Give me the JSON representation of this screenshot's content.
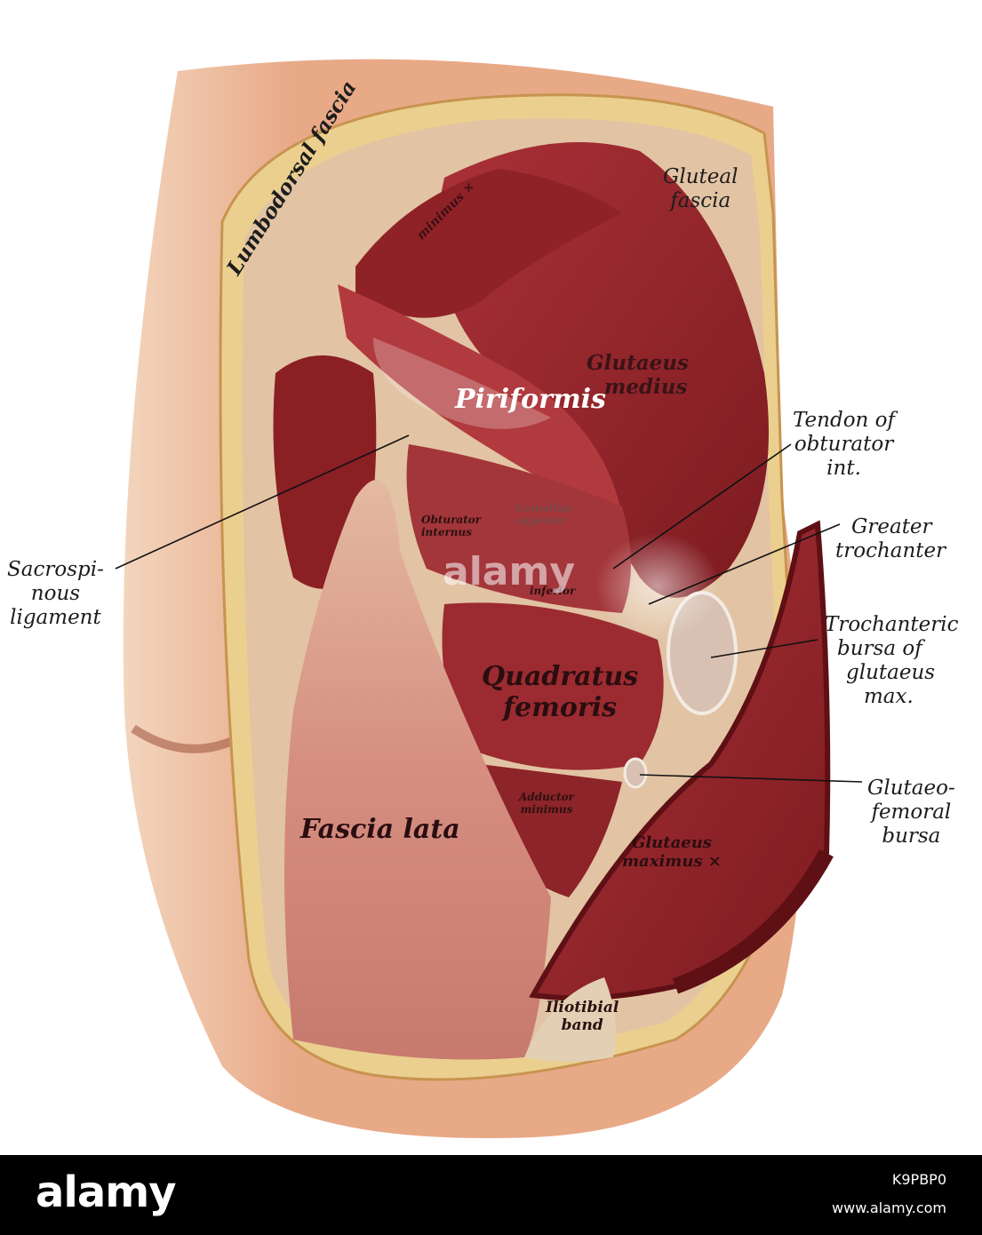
{
  "labels": {
    "gluteal_fascia": [
      "Gluteal",
      "fascia"
    ],
    "lumbodorsal_fascia": "Lumbodorsal fascia",
    "gluteus_minimus": "minimus ×",
    "piriformis": "Piriformis",
    "gluteus_medius": [
      "Glutaeus",
      "medius"
    ],
    "tendon_obturator": [
      "Tendon of",
      "obturator",
      "int."
    ],
    "greater_trochanter": [
      "Greater",
      "trochanter"
    ],
    "sacrospinous": [
      "Sacrospi-",
      "nous",
      "ligament"
    ],
    "obturator_internus": [
      "Obturator",
      "internus"
    ],
    "gemellus_superior": [
      "Gemellus",
      "superior"
    ],
    "gemellus_inferior": "inferior",
    "trochanteric_bursa": [
      "Trochanteric",
      "bursa of",
      "glutaeus",
      "max."
    ],
    "quadratus_femoris": [
      "Quadratus",
      "femoris"
    ],
    "adductor_minimus": [
      "Adductor",
      "minimus"
    ],
    "glutaeofemoral_bursa": [
      "Glutaeo-",
      "femoral",
      "bursa"
    ],
    "fascia_lata": "Fascia lata",
    "gluteus_maximus": [
      "Glutaeus",
      "maximus ×"
    ],
    "iliotibial_band": [
      "Iliotibial",
      "band"
    ]
  },
  "watermark": {
    "logo": "alamy",
    "center": "alamy",
    "image_id": "K9PBP0",
    "url": "www.alamy.com"
  },
  "colors": {
    "muscle": "#9a2a2e",
    "muscle_dark": "#6e1418",
    "fascia": "#d9a58a",
    "fat": "#e9c98a",
    "skin": "#e9b08f",
    "footer": "#000000"
  }
}
